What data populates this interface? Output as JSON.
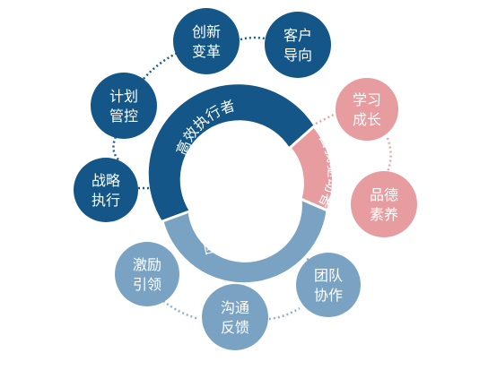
{
  "colors": {
    "dark_blue": "#135687",
    "light_blue": "#7aa3c3",
    "pink": "#e79ca0",
    "connector_blue": "#1a5e8f",
    "connector_light": "#8fb2cd",
    "connector_pink": "#e0a9ab"
  },
  "segments": {
    "executor": "高效执行者",
    "self_driven": "自我驱动者",
    "team_leader": "团队领导者"
  },
  "nodes": {
    "innovation": {
      "line1": "创新",
      "line2": "变革"
    },
    "customer": {
      "line1": "客户",
      "line2": "导向"
    },
    "plan": {
      "line1": "计划",
      "line2": "管控"
    },
    "strategy": {
      "line1": "战略",
      "line2": "执行"
    },
    "learning": {
      "line1": "学习",
      "line2": "成长"
    },
    "quality": {
      "line1": "品德",
      "line2": "素养"
    },
    "motivate": {
      "line1": "激励",
      "line2": "引领"
    },
    "communicate": {
      "line1": "沟通",
      "line2": "反馈"
    },
    "teamwork": {
      "line1": "团队",
      "line2": "协作"
    }
  }
}
